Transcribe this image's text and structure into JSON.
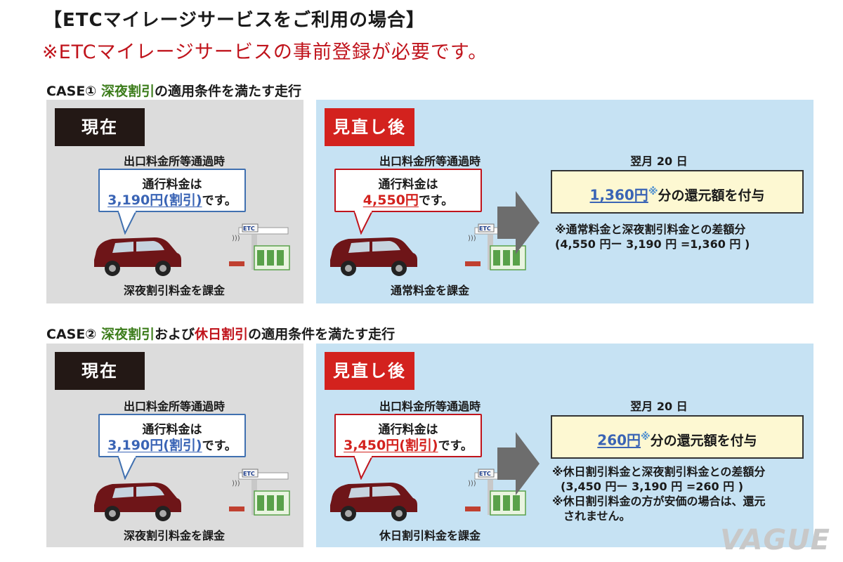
{
  "header": {
    "title": "【ETCマイレージサービスをご利用の場合】",
    "subtitle": "※ETCマイレージサービスの事前登録が必要です。"
  },
  "case1": {
    "title_prefix": "CASE① ",
    "title_green": "深夜割引",
    "title_suffix": "の適用条件を満たす走行",
    "current": {
      "tag": "現在",
      "exit_label": "出口料金所等通過時",
      "bubble_line1": "通行料金は",
      "bubble_amount": "3,190円(割引)",
      "bubble_suffix": "です。",
      "charge_label": "深夜割引料金を課金"
    },
    "revised": {
      "tag": "見直し後",
      "exit_label": "出口料金所等通過時",
      "bubble_line1": "通行料金は",
      "bubble_amount": "4,550円",
      "bubble_suffix": "です。",
      "charge_label": "通常料金を課金",
      "date_label": "翌月 20 日",
      "refund_amount": "1,360円",
      "refund_mark": "※",
      "refund_suffix": "分の還元額を付与",
      "note_line1": "※通常料金と深夜割引料金との差額分",
      "note_line2": "(4,550 円ー 3,190 円 =1,360 円 )"
    }
  },
  "case2": {
    "title_prefix": "CASE② ",
    "title_green": "深夜割引",
    "title_mid": "および",
    "title_red": "休日割引",
    "title_suffix": "の適用条件を満たす走行",
    "current": {
      "tag": "現在",
      "exit_label": "出口料金所等通過時",
      "bubble_line1": "通行料金は",
      "bubble_amount": "3,190円(割引)",
      "bubble_suffix": "です。",
      "charge_label": "深夜割引料金を課金"
    },
    "revised": {
      "tag": "見直し後",
      "exit_label": "出口料金所等通過時",
      "bubble_line1": "通行料金は",
      "bubble_amount": "3,450円(割引)",
      "bubble_suffix": "です。",
      "charge_label": "休日割引料金を課金",
      "date_label": "翌月 20 日",
      "refund_amount": "260円",
      "refund_mark": "※",
      "refund_suffix": "分の還元額を付与",
      "note_line1": "※休日割引料金と深夜割引料金との差額分",
      "note_line2": "(3,450 円ー 3,190 円 =260 円 )",
      "note_line3": "※休日割引料金の方が安価の場合は、還元",
      "note_line4": "されません。"
    }
  },
  "etc_sign": "ETC",
  "watermark": "VAGUE",
  "colors": {
    "gray_panel": "#dcdcdc",
    "blue_panel": "#c6e2f3",
    "dark_tag": "#231815",
    "red_tag": "#d3221e",
    "green_text": "#3d7d1c",
    "red_text": "#c0141c",
    "blue_amount": "#3a64b5",
    "car": "#6e1518"
  }
}
